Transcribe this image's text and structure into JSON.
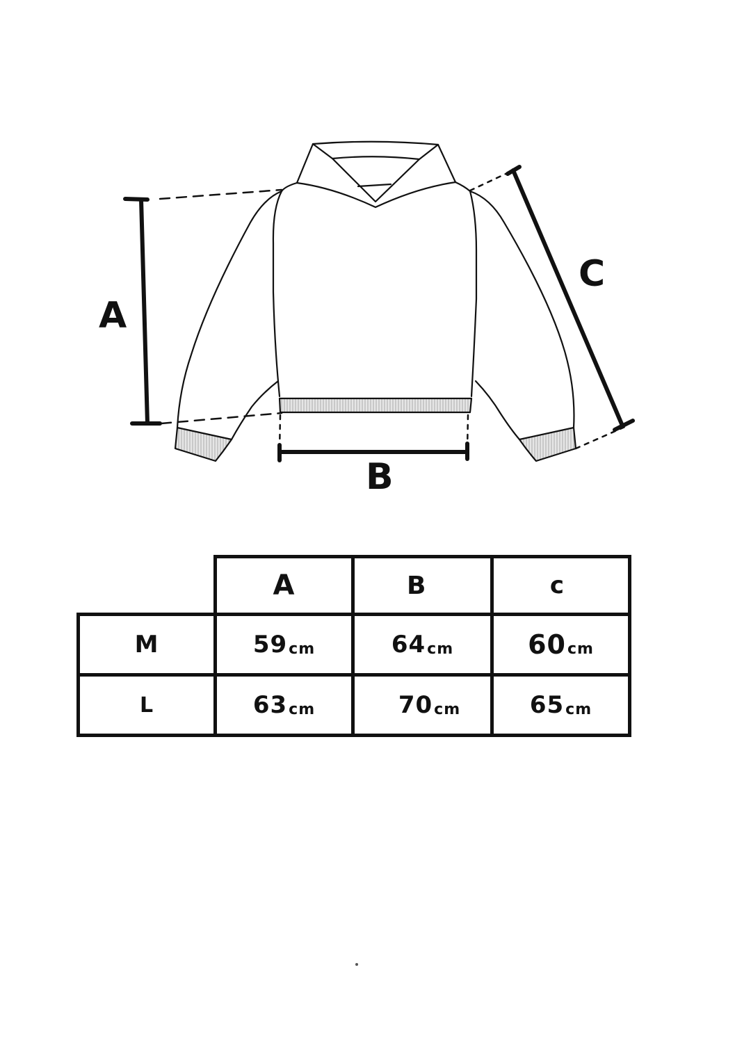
{
  "diagram": {
    "labels": {
      "a": "A",
      "b": "B",
      "c": "C"
    }
  },
  "size_table": {
    "columns": [
      "A",
      "B",
      "C"
    ],
    "rows": [
      {
        "size": "M",
        "values": [
          "59",
          "64",
          "60"
        ],
        "unit": "cm"
      },
      {
        "size": "L",
        "values": [
          "63",
          "70",
          "65"
        ],
        "unit": "cm"
      }
    ]
  },
  "colors": {
    "ink": "#111111",
    "rib": "#d8d8d8",
    "paper": "#ffffff"
  }
}
